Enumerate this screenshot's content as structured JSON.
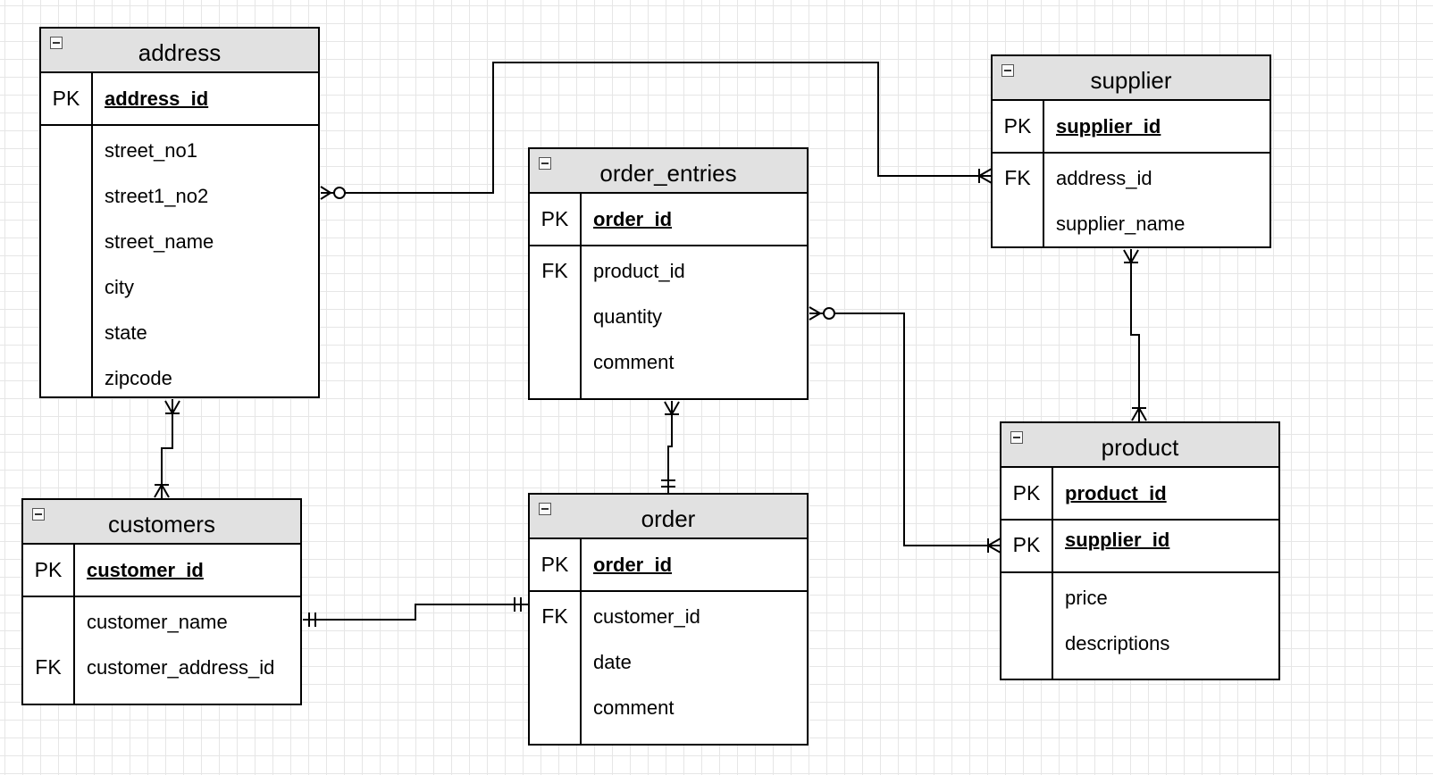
{
  "entities": {
    "address": {
      "title": "address",
      "pk": {
        "key": "PK",
        "name": "address_id"
      },
      "fields": [
        "street_no1",
        "street1_no2",
        "street_name",
        "city",
        "state",
        "zipcode"
      ]
    },
    "supplier": {
      "title": "supplier",
      "pk": {
        "key": "PK",
        "name": "supplier_id"
      },
      "fields": [
        {
          "key": "FK",
          "name": "address_id"
        },
        {
          "key": "",
          "name": "supplier_name"
        }
      ]
    },
    "order_entries": {
      "title": "order_entries",
      "pk": {
        "key": "PK",
        "name": "order_id"
      },
      "fields": [
        {
          "key": "FK",
          "name": "product_id"
        },
        {
          "key": "",
          "name": "quantity"
        },
        {
          "key": "",
          "name": "comment"
        }
      ]
    },
    "customers": {
      "title": "customers",
      "pk": {
        "key": "PK",
        "name": "customer_id"
      },
      "fields": [
        {
          "key": "",
          "name": "customer_name"
        },
        {
          "key": "FK",
          "name": "customer_address_id"
        }
      ]
    },
    "order": {
      "title": "order",
      "pk": {
        "key": "PK",
        "name": "order_id"
      },
      "fields": [
        {
          "key": "FK",
          "name": "customer_id"
        },
        {
          "key": "",
          "name": "date"
        },
        {
          "key": "",
          "name": "comment"
        }
      ]
    },
    "product": {
      "title": "product",
      "pk1": {
        "key": "PK",
        "name": "product_id"
      },
      "pk2": {
        "key": "PK",
        "name": "supplier_id"
      },
      "fields": [
        "price",
        "descriptions"
      ]
    }
  },
  "relationships": [
    {
      "from": "address",
      "to": "supplier",
      "from_end": "zero-or-many",
      "to_end": "one-or-many"
    },
    {
      "from": "address",
      "to": "customers",
      "from_end": "one-or-many",
      "to_end": "one-or-many"
    },
    {
      "from": "customers",
      "to": "order",
      "from_end": "exactly-one",
      "to_end": "exactly-one"
    },
    {
      "from": "order_entries",
      "to": "order",
      "from_end": "one-or-many",
      "to_end": "exactly-one"
    },
    {
      "from": "order_entries",
      "to": "product",
      "from_end": "zero-or-many",
      "to_end": "one-or-many"
    },
    {
      "from": "supplier",
      "to": "product",
      "from_end": "one-or-many",
      "to_end": "one-or-many"
    }
  ],
  "colors": {
    "header": "#e1e1e1",
    "grid": "#e6e6e6",
    "line": "#000000"
  },
  "icons": {
    "collapse": "minus-square-icon"
  }
}
